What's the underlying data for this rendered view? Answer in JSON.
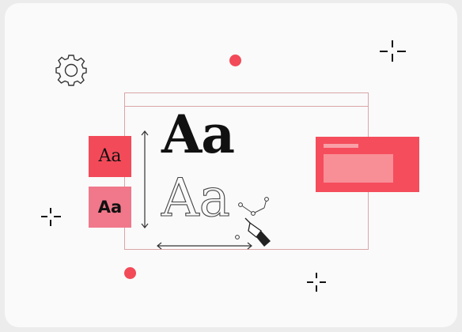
{
  "samples": {
    "large_glyph": "Aa",
    "outline_glyph": "Aa",
    "swatch_serif": "Aa",
    "swatch_sans": "Aa"
  },
  "icons": [
    "gear-icon",
    "sparkle-icon",
    "pen-tool-icon",
    "double-arrow-icon"
  ],
  "colors": {
    "accent": "#f24a58",
    "accent_light": "#f0788a",
    "window_border": "#d9a5a8",
    "background": "#fafafa"
  }
}
